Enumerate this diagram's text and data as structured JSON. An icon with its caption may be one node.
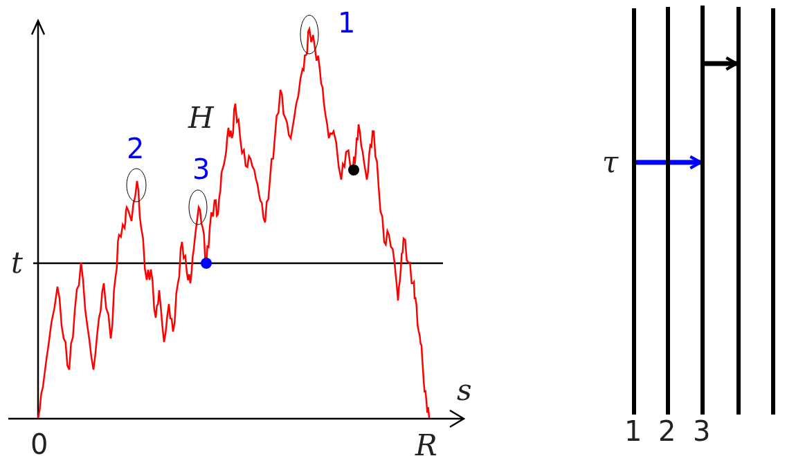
{
  "diagram": {
    "nodes": [
      {
        "text": [],
        "shape": "bar",
        "beside": [
          "1"
        ]
      },
      {
        "text": [],
        "shape": "bar",
        "beside": [
          "2"
        ]
      },
      {
        "text": [],
        "shape": "bar",
        "beside": [
          "3"
        ]
      },
      {
        "text": [],
        "shape": "bar"
      },
      {
        "text": [],
        "shape": "bar"
      }
    ],
    "edges": [
      {
        "from": 0,
        "to": 2,
        "arrow": "to",
        "color": "#0000ff"
      },
      {
        "from": 2,
        "to": 3,
        "arrow": "to",
        "color": "#000000"
      }
    ],
    "labels": [
      "1",
      "H",
      "2",
      "3",
      "t",
      "s",
      "0",
      "R",
      "τ"
    ]
  }
}
